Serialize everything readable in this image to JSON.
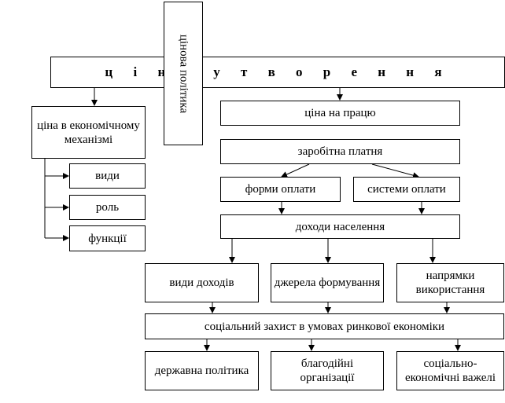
{
  "title_box": {
    "label": "ц і н о у т в о р е н н я"
  },
  "vertical_box": {
    "label": "цінова політика"
  },
  "left_branch": {
    "main": "ціна в економічному механізмі",
    "items": [
      "види",
      "роль",
      "функції"
    ]
  },
  "right_branch": {
    "labor_price": "ціна на працю",
    "wages": "заробітна платня",
    "pay_forms": "форми оплати",
    "pay_systems": "системи оплати",
    "income": "доходи населення",
    "income_types": "види доходів",
    "income_sources": "джерела формування",
    "income_uses": "напрямки використання",
    "social_protection": "соціальний захист в умовах ринкової економіки",
    "state_policy": "державна політика",
    "charity": "благодійні організації",
    "socio_economic": "соціально-економічні важелі"
  }
}
